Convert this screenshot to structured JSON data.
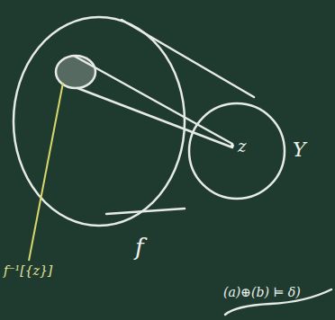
{
  "diagram": {
    "nodes": [
      {
        "text": [
          "z",
          "Y"
        ]
      }
    ],
    "labels": [
      "f",
      "f⁻¹[{z}]",
      "(a)⊕(b) ⊨ δ)"
    ]
  }
}
